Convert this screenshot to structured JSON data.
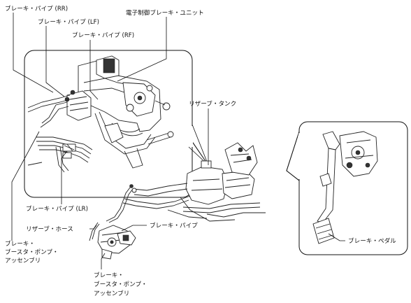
{
  "labels": {
    "pipe_rr": "ブレーキ・パイプ (RR)",
    "pipe_lf": "ブレーキ・パイプ (LF)",
    "pipe_rf": "ブレーキ・パイプ (RF)",
    "ebu": "電子制御ブレーキ・ユニット",
    "reservoir_tank": "リザーブ・タンク",
    "pipe_lr": "ブレーキ・パイプ (LR)",
    "reservoir_hose": "リザーブ・ホース",
    "brake_pipe": "ブレーキ・パイプ",
    "pedal": "ブレーキ・ペダル",
    "booster_pump_left": [
      "ブレーキ・",
      "ブースタ・ポンプ・",
      "アッセンブリ"
    ],
    "booster_pump_bottom": [
      "ブレーキ・",
      "ブースタ・ポンプ・",
      "アッセンブリ"
    ]
  }
}
